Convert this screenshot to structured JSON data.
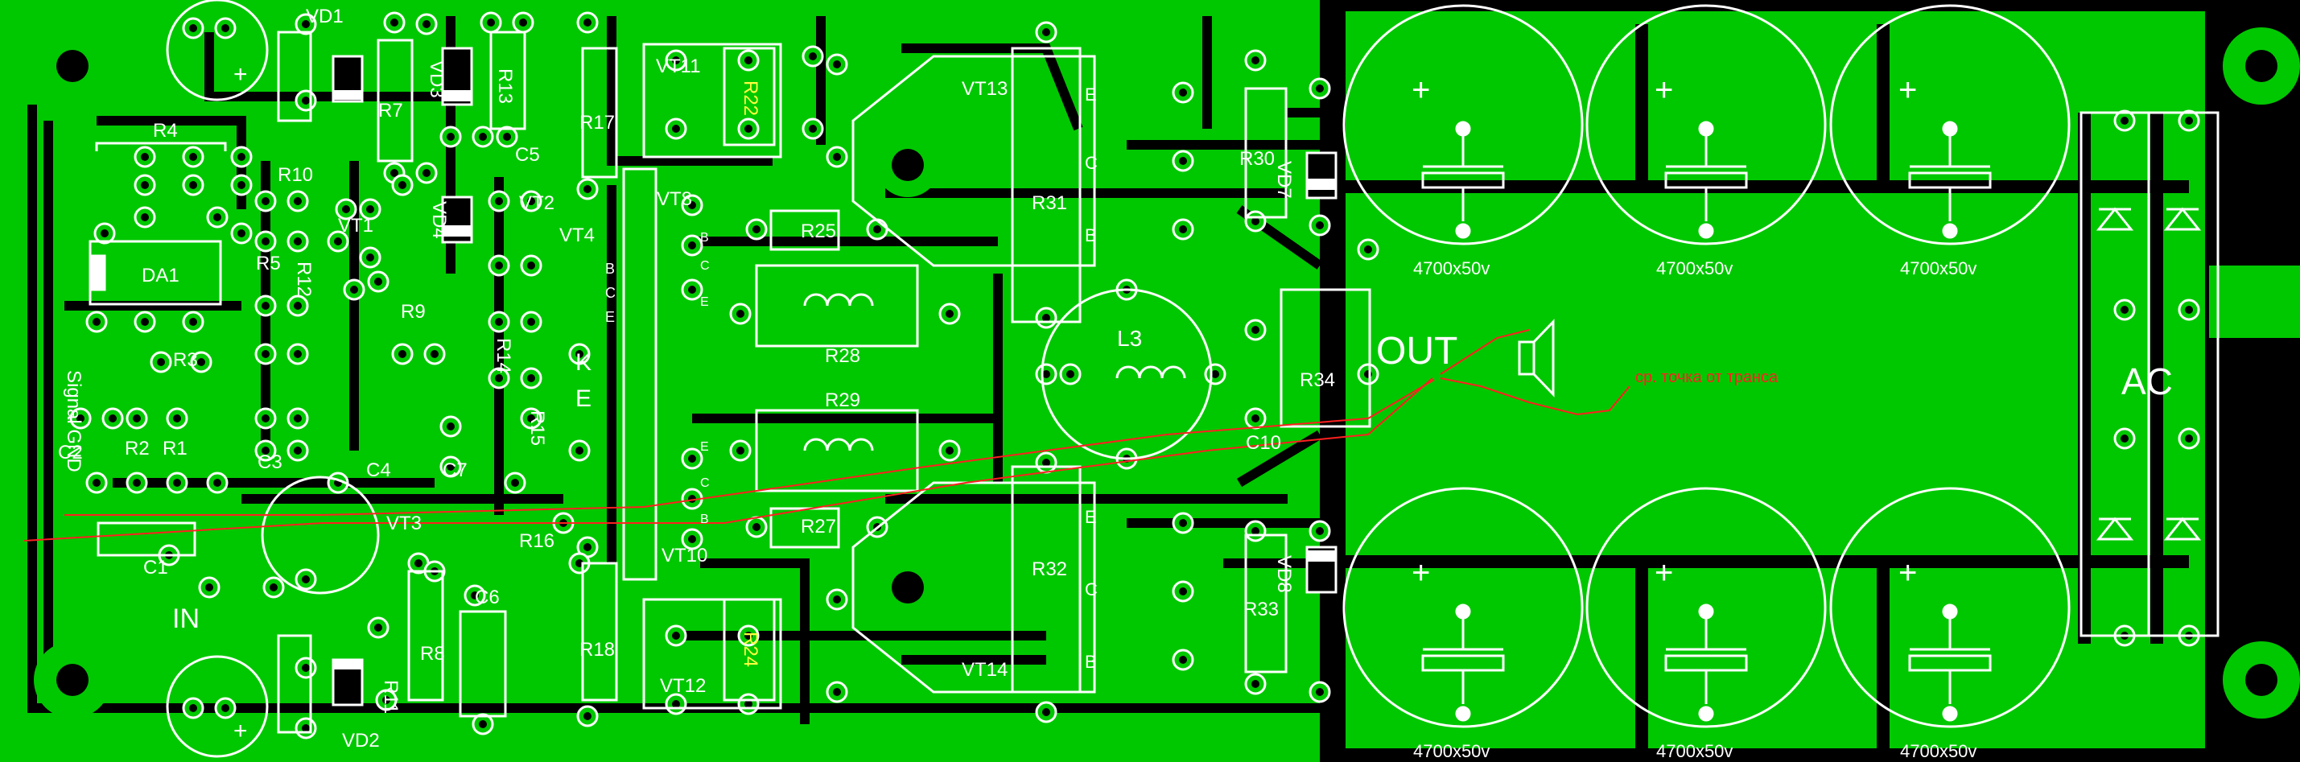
{
  "colors": {
    "background": "#000000",
    "copper": "#00c800",
    "silk": "#ffffff",
    "annotation": "#ff2020",
    "highlight": "#ffff40"
  },
  "labels": {
    "side_text": "Signal GND",
    "in_text": "IN",
    "out_text": "OUT",
    "ac_text": "AC",
    "annotation_note": "ср. точка от транса"
  },
  "parts": {
    "VD1": "VD1",
    "VD2": "VD2",
    "VD3": "VD3",
    "VD4": "VD4",
    "VD7": "VD7",
    "VD8": "VD8",
    "R1": "R1",
    "R2": "R2",
    "R3": "R3",
    "R4": "R4",
    "R5": "R5",
    "R7": "R7",
    "R8": "R8",
    "R9": "R9",
    "R10": "R10",
    "R11": "R11",
    "R12": "R12",
    "R13": "R13",
    "R14": "R14",
    "R15": "R15",
    "R16": "R16",
    "R17": "R17",
    "R18": "R18",
    "R22": "R22",
    "R24": "R24",
    "R25": "R25",
    "R27": "R27",
    "R28": "R28",
    "R29": "R29",
    "R30": "R30",
    "R31": "R31",
    "R32": "R32",
    "R33": "R33",
    "R34": "R34",
    "C1": "C1",
    "C2": "C2",
    "C3": "C3",
    "C4": "C4",
    "C5": "C5",
    "C6": "C6",
    "C7": "C7",
    "C10": "C10",
    "DA1": "DA1",
    "L3": "L3",
    "VT1": "VT1",
    "VT2": "VT2",
    "VT3": "VT3",
    "VT4": "VT4",
    "VT8": "VT8",
    "VT10": "VT10",
    "VT11": "VT11",
    "VT12": "VT12",
    "VT13": "VT13",
    "VT14": "VT14"
  },
  "capacitors": [
    "4700x50v",
    "4700x50v",
    "4700x50v",
    "4700x50v",
    "4700x50v",
    "4700x50v"
  ],
  "pin_labels": {
    "K": "K",
    "E": "E",
    "B": "B",
    "C": "C"
  }
}
